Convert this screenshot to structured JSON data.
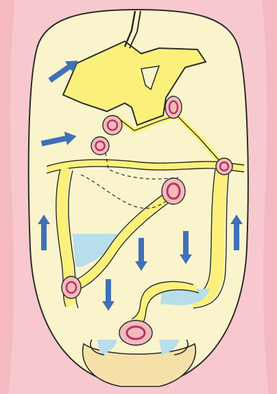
{
  "colors": {
    "body_pink": "#f7c9cf",
    "cavity_cream": "#faf4cc",
    "organ_yellow": "#fbf17a",
    "fluid_blue": "#b7deea",
    "arrow_blue": "#3f70b8",
    "node_outer": "#f2b9c3",
    "node_ring": "#b5374f",
    "pelvic_beige": "#f5e1a8",
    "outline": "#2a2a2a"
  },
  "arrows": [
    {
      "name": "arrow-upper-left-diagonal",
      "direction": "up-right"
    },
    {
      "name": "arrow-left-middle",
      "direction": "right"
    },
    {
      "name": "arrow-left-up",
      "direction": "up"
    },
    {
      "name": "arrow-right-up",
      "direction": "up"
    },
    {
      "name": "arrow-center-down-1",
      "direction": "down"
    },
    {
      "name": "arrow-center-down-2",
      "direction": "down"
    },
    {
      "name": "arrow-lower-down",
      "direction": "down"
    }
  ],
  "nodes": [
    "node-upper-center",
    "node-left-upper",
    "node-left-lower-pair",
    "node-right-pocket",
    "node-center",
    "node-left-bottom",
    "node-pelvic"
  ]
}
